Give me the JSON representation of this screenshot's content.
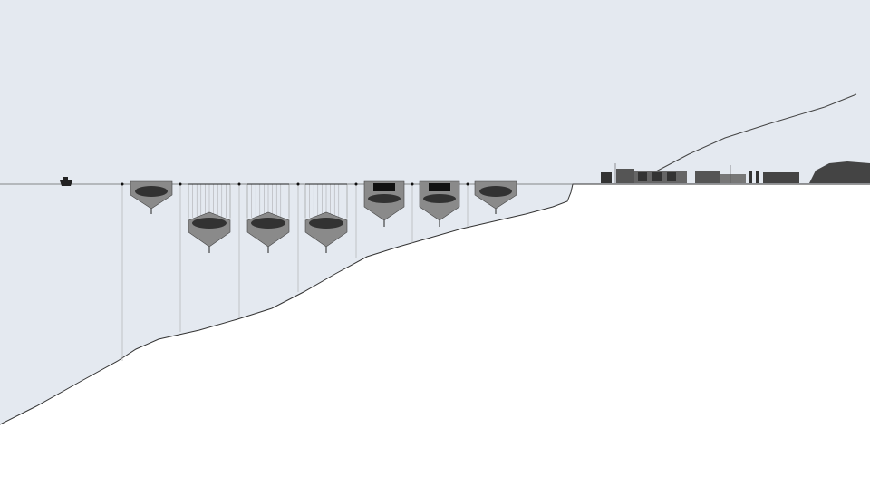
{
  "colors": {
    "sky": "#e4e9f0",
    "water": "#dfe6ee",
    "ground": "#ffffff",
    "line": "#333333",
    "cage_fill": "#8a8a8a",
    "cage_dark": "#222222"
  },
  "cages": [
    "shallow",
    "deep",
    "deep",
    "deep",
    "box",
    "box",
    "shallow"
  ]
}
